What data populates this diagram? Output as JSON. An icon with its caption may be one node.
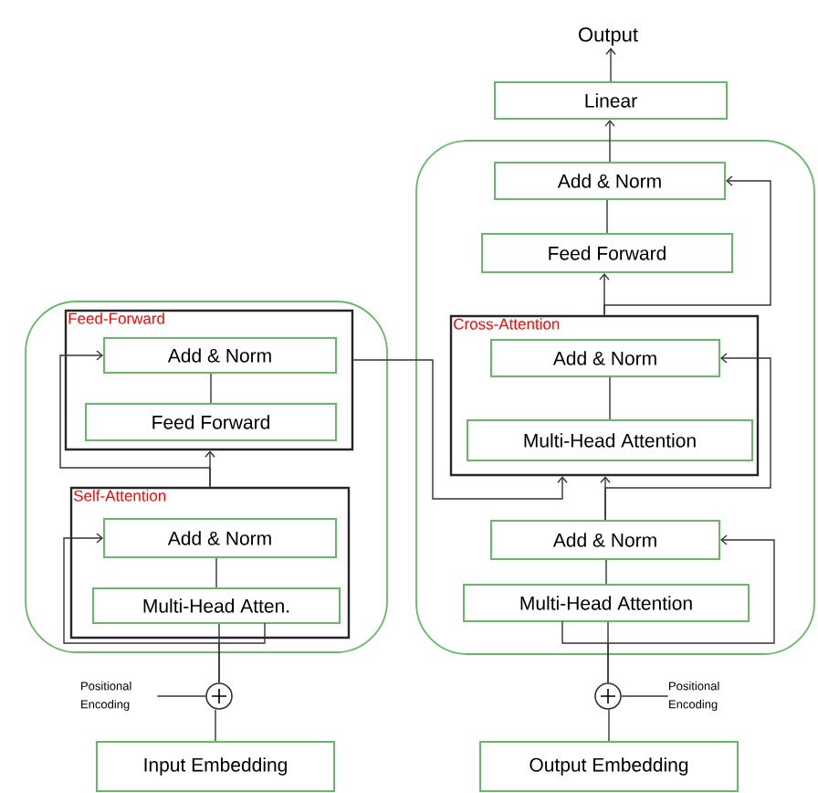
{
  "diagram": {
    "nodes": [
      {
        "text": [],
        "shape": "box"
      },
      {
        "text": [
          "Feed-Forward"
        ],
        "in": 0
      },
      {
        "text": [
          "Add & Norm"
        ],
        "in": 1
      },
      {
        "text": [
          "Feed Forward"
        ],
        "in": 1
      },
      {
        "text": [
          "Self-Attention"
        ],
        "in": 0
      },
      {
        "text": [
          "Add & Norm"
        ],
        "in": 4
      },
      {
        "text": [
          "Multi-Head Atten."
        ],
        "in": 4
      },
      {
        "text": [
          "Positional Encoding"
        ]
      },
      {
        "text": [],
        "shape": "circle"
      },
      {
        "text": [
          "Input Embedding"
        ]
      },
      {
        "text": [
          "Output"
        ]
      },
      {
        "text": [
          "Linear"
        ]
      },
      {
        "text": [],
        "shape": "box"
      },
      {
        "text": [
          "Add & Norm"
        ],
        "in": 12
      },
      {
        "text": [
          "Feed Forward"
        ],
        "in": 12
      },
      {
        "text": [
          "Cross-Attention"
        ],
        "in": 12
      },
      {
        "text": [
          "Add & Norm"
        ],
        "in": 15
      },
      {
        "text": [
          "Multi-Head Attention"
        ],
        "in": 15
      },
      {
        "text": [
          "Add & Norm"
        ],
        "in": 12
      },
      {
        "text": [
          "Multi-Head Attention"
        ],
        "in": 12
      },
      {
        "text": [
          "Positional Encoding"
        ]
      },
      {
        "text": [],
        "shape": "circle"
      },
      {
        "text": [
          "Output Embedding"
        ]
      }
    ],
    "edges": [
      {
        "from": 9,
        "to": 8,
        "arrow": "none"
      },
      {
        "from": 7,
        "to": 8,
        "arrow": "none"
      },
      {
        "from": 8,
        "to": 6,
        "arrow": "none"
      },
      {
        "from": 8,
        "to": 5,
        "arrow": "to"
      },
      {
        "from": 6,
        "to": 5,
        "arrow": "none"
      },
      {
        "from": 4,
        "to": 1,
        "arrow": "to"
      },
      {
        "from": 4,
        "to": 2,
        "arrow": "to"
      },
      {
        "from": 3,
        "to": 2,
        "arrow": "none"
      },
      {
        "from": 1,
        "to": 15,
        "arrow": "to"
      },
      {
        "from": 22,
        "to": 21,
        "arrow": "none"
      },
      {
        "from": 20,
        "to": 21,
        "arrow": "none"
      },
      {
        "from": 21,
        "to": 19,
        "arrow": "none"
      },
      {
        "from": 21,
        "to": 18,
        "arrow": "to"
      },
      {
        "from": 19,
        "to": 18,
        "arrow": "none"
      },
      {
        "from": 18,
        "to": 15,
        "arrow": "to"
      },
      {
        "from": 18,
        "to": 16,
        "arrow": "to"
      },
      {
        "from": 17,
        "to": 16,
        "arrow": "none"
      },
      {
        "from": 15,
        "to": 14,
        "arrow": "to"
      },
      {
        "from": 15,
        "to": 13,
        "arrow": "to"
      },
      {
        "from": 14,
        "to": 13,
        "arrow": "none"
      },
      {
        "from": 13,
        "to": 11,
        "arrow": "to"
      },
      {
        "from": 11,
        "to": 10,
        "arrow": "to"
      }
    ]
  }
}
